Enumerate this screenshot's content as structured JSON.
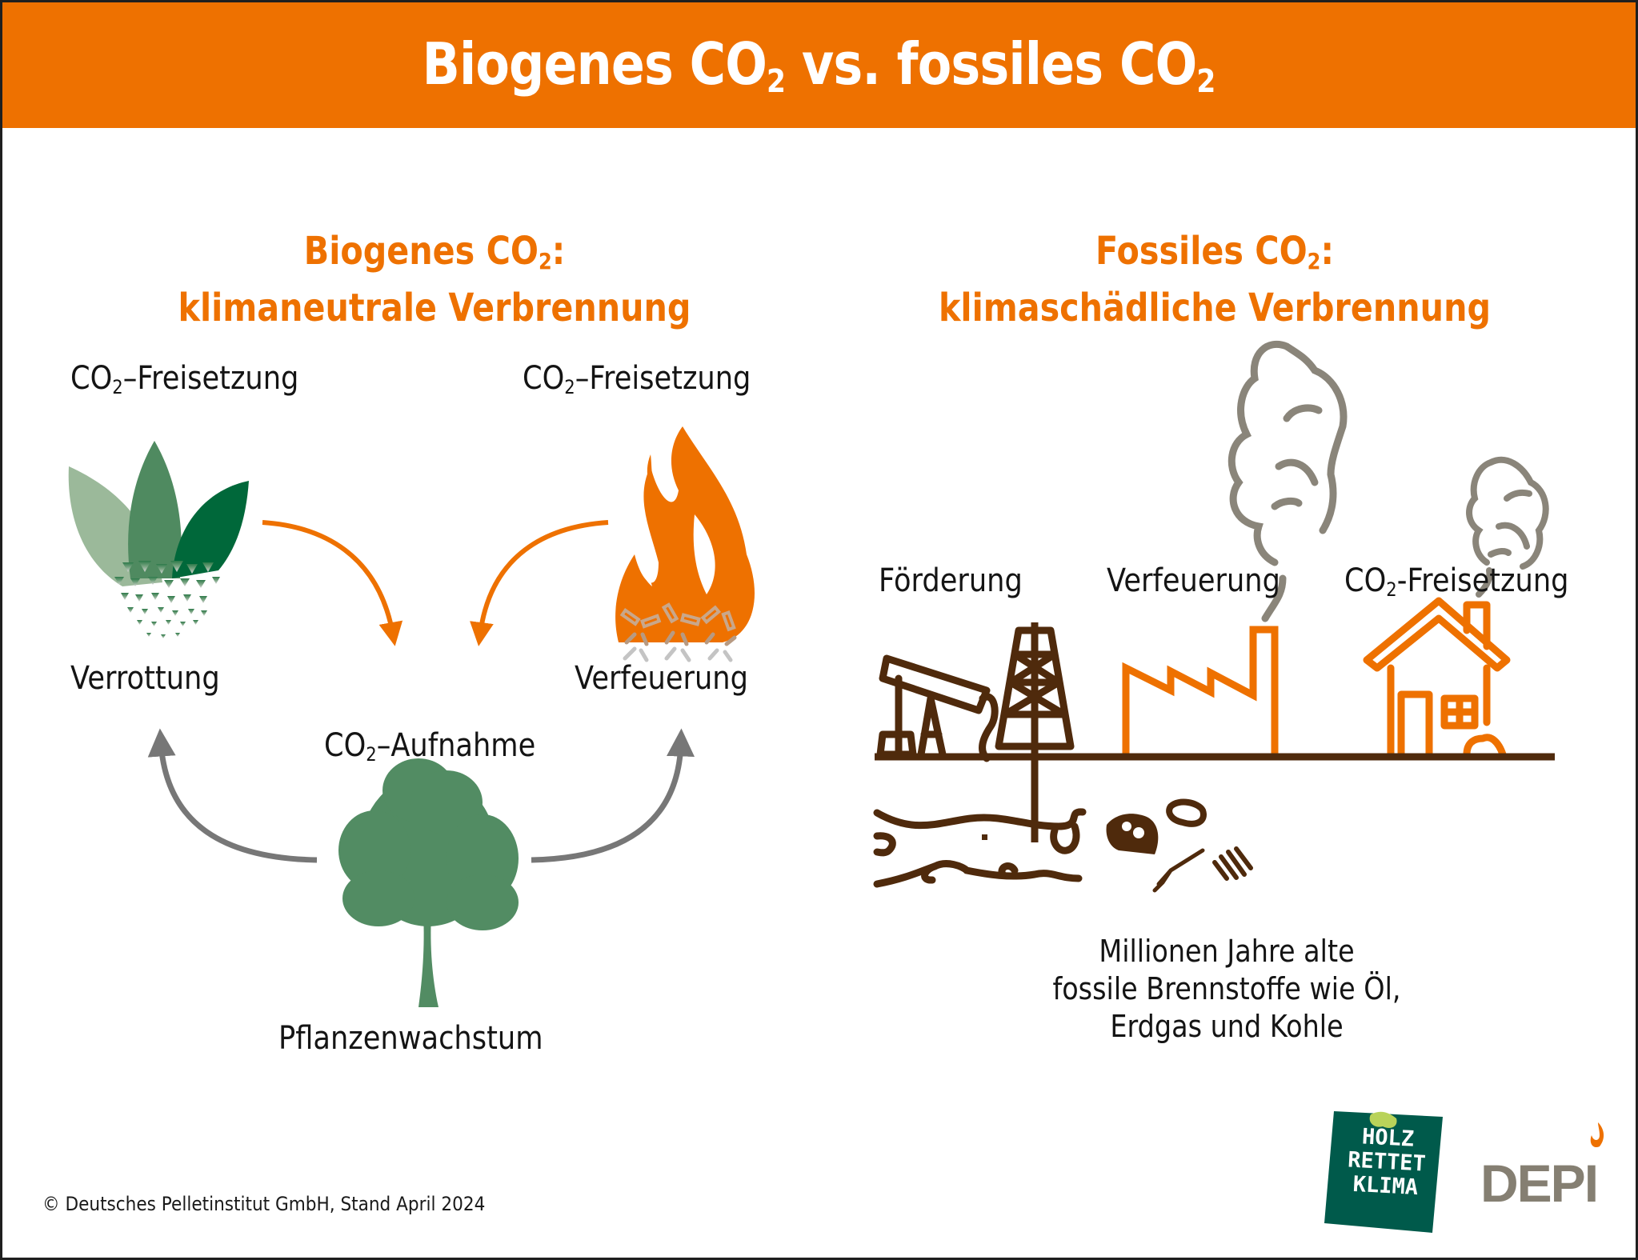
{
  "header": {
    "title_part1": "Biogenes CO",
    "title_sub1": "2",
    "title_part2": " vs. fossiles CO",
    "title_sub2": "2"
  },
  "biogenic": {
    "heading_line1_pre": "Biogenes CO",
    "heading_line1_sub": "2",
    "heading_line1_post": ":",
    "heading_line2": "klimaneutrale Verbrennung",
    "release_left": {
      "pre": "CO",
      "sub": "2",
      "post": "–Freisetzung"
    },
    "release_right": {
      "pre": "CO",
      "sub": "2",
      "post": "–Freisetzung"
    },
    "rotting_label": "Verrottung",
    "burning_label": "Verfeuerung",
    "uptake_label": {
      "pre": "CO",
      "sub": "2",
      "post": "–Aufnahme"
    },
    "growth_label": "Pflanzenwachstum"
  },
  "fossil": {
    "heading_line1_pre": "Fossiles CO",
    "heading_line1_sub": "2",
    "heading_line1_post": ":",
    "heading_line2": "klimaschädliche Verbrennung",
    "extraction_label": "Förderung",
    "burning_label": "Verfeuerung",
    "release_label": {
      "pre": "CO",
      "sub": "2",
      "post": "-Freisetzung"
    },
    "note_lines": [
      "Millionen Jahre alte",
      "fossile Brennstoffe wie Öl,",
      "Erdgas und Kohle"
    ]
  },
  "footer": {
    "copyright": "© Deutsches Pelletinstitut GmbH, Stand April 2024"
  },
  "logos": {
    "holz_lines": [
      "HOLZ",
      "RETTET",
      "KLIMA"
    ],
    "depi": "DEPI"
  },
  "colors": {
    "orange": "#ee7100",
    "brown": "#4f2a0c",
    "smoke_gray": "#8a857a",
    "arrow_gray": "#777777",
    "tree_green": "#528c63",
    "leaf_dark": "#00683a",
    "leaf_mid": "#4f8a60",
    "leaf_light": "#9bb99a",
    "holz_bg": "#005a4b",
    "holz_tree": "#b9d35a",
    "depi_gray": "#857f72"
  }
}
